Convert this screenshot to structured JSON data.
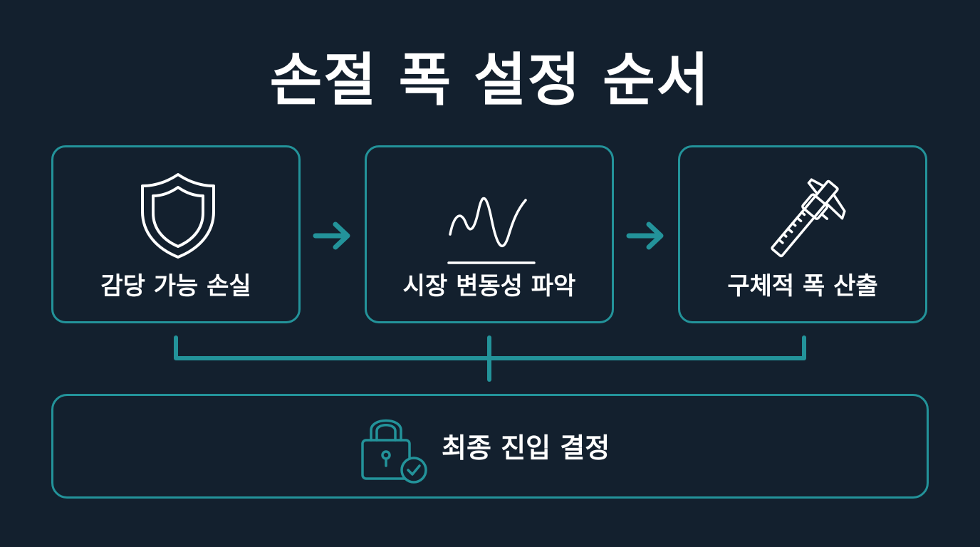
{
  "title": "손절 폭 설정 순서",
  "steps": [
    {
      "label": "감당 가능 손실",
      "icon": "shield-icon"
    },
    {
      "label": "시장 변동성 파악",
      "icon": "wave-line-icon"
    },
    {
      "label": "구체적 폭 산출",
      "icon": "caliper-icon"
    }
  ],
  "final": {
    "label": "최종 진입 결정",
    "icon": "lock-check-icon"
  },
  "colors": {
    "background": "#13202e",
    "accent": "#23939a",
    "text": "#ffffff"
  }
}
